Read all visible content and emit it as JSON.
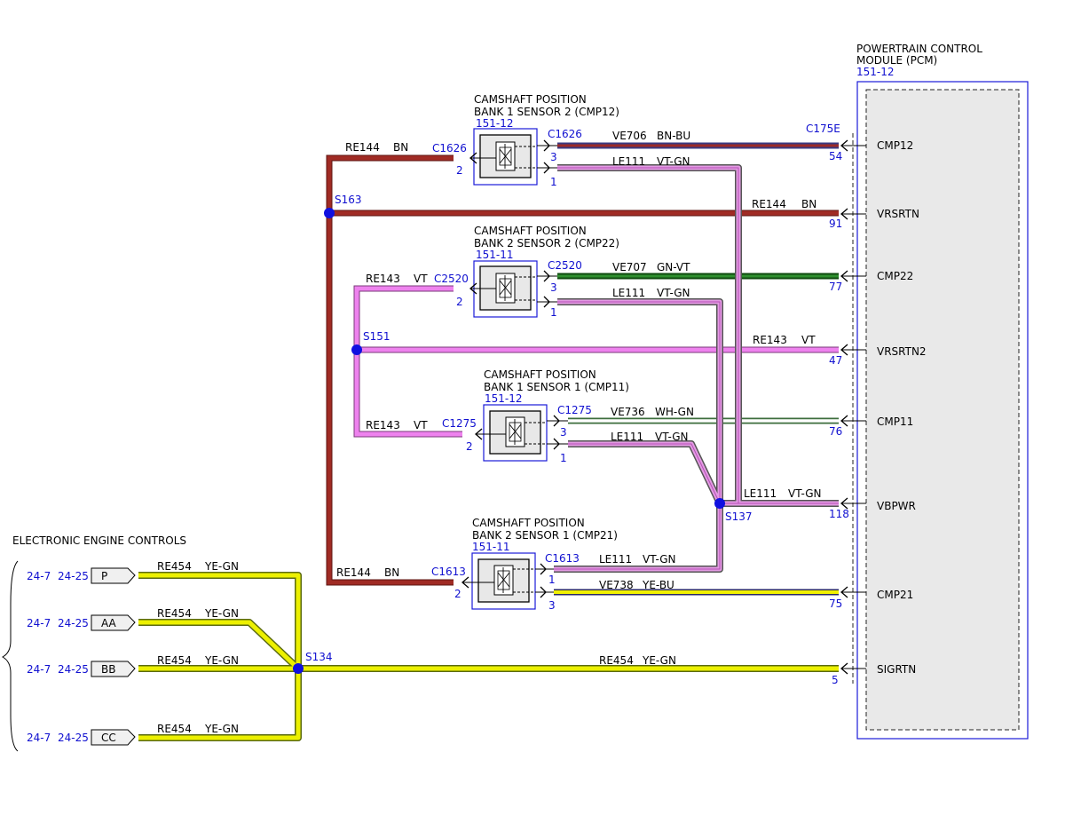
{
  "pcm": {
    "title1": "POWERTRAIN CONTROL",
    "title2": "MODULE (PCM)",
    "ref": "151-12",
    "connector": "C175E",
    "pins": [
      {
        "label": "CMP12",
        "num": "54"
      },
      {
        "label": "VRSRTN",
        "num": "91"
      },
      {
        "label": "CMP22",
        "num": "77"
      },
      {
        "label": "VRSRTN2",
        "num": "47"
      },
      {
        "label": "CMP11",
        "num": "76"
      },
      {
        "label": "VBPWR",
        "num": "118"
      },
      {
        "label": "CMP21",
        "num": "75"
      },
      {
        "label": "SIGRTN",
        "num": "5"
      }
    ]
  },
  "sensors": [
    {
      "title1": "CAMSHAFT POSITION",
      "title2": "BANK 1 SENSOR 2 (CMP12)",
      "ref": "151-12",
      "conn_left": "C1626",
      "conn_right": "C1626",
      "pin_a": "2",
      "pin_b": "3",
      "pin_c": "1"
    },
    {
      "title1": "CAMSHAFT POSITION",
      "title2": "BANK 2 SENSOR 2 (CMP22)",
      "ref": "151-11",
      "conn_left": "C2520",
      "conn_right": "C2520",
      "pin_a": "2",
      "pin_b": "3",
      "pin_c": "1"
    },
    {
      "title1": "CAMSHAFT POSITION",
      "title2": "BANK 1 SENSOR 1 (CMP11)",
      "ref": "151-12",
      "conn_left": "C1275",
      "conn_right": "C1275",
      "pin_a": "2",
      "pin_b": "3",
      "pin_c": "1"
    },
    {
      "title1": "CAMSHAFT POSITION",
      "title2": "BANK 2 SENSOR 1 (CMP21)",
      "ref": "151-11",
      "conn_left": "C1613",
      "conn_right": "C1613",
      "pin_a": "2",
      "pin_b": "1",
      "pin_c": "3"
    }
  ],
  "wires": {
    "w1": {
      "circuit": "VE706",
      "color": "BN-BU"
    },
    "w2": {
      "circuit": "LE111",
      "color": "VT-GN"
    },
    "w3": {
      "circuit": "RE144",
      "color": "BN"
    },
    "w4": {
      "circuit": "RE144",
      "color": "BN"
    },
    "w5": {
      "circuit": "RE143",
      "color": "VT"
    },
    "w6": {
      "circuit": "VE707",
      "color": "GN-VT"
    },
    "w7": {
      "circuit": "LE111",
      "color": "VT-GN"
    },
    "w8": {
      "circuit": "RE143",
      "color": "VT"
    },
    "w9": {
      "circuit": "RE143",
      "color": "VT"
    },
    "w10": {
      "circuit": "VE736",
      "color": "WH-GN"
    },
    "w11": {
      "circuit": "LE111",
      "color": "VT-GN"
    },
    "w12": {
      "circuit": "LE111",
      "color": "VT-GN"
    },
    "w13": {
      "circuit": "LE111",
      "color": "VT-GN"
    },
    "w14": {
      "circuit": "RE144",
      "color": "BN"
    },
    "w15": {
      "circuit": "VE738",
      "color": "YE-BU"
    },
    "w16": {
      "circuit": "RE454",
      "color": "YE-GN"
    },
    "w17": {
      "circuit": "RE454",
      "color": "YE-GN"
    },
    "w18": {
      "circuit": "RE454",
      "color": "YE-GN"
    },
    "w19": {
      "circuit": "RE454",
      "color": "YE-GN"
    },
    "w20": {
      "circuit": "RE454",
      "color": "YE-GN"
    }
  },
  "splices": {
    "s163": "S163",
    "s151": "S151",
    "s137": "S137",
    "s134": "S134"
  },
  "eec": {
    "title": "ELECTRONIC ENGINE CONTROLS",
    "rows": [
      {
        "ref1": "24-7",
        "ref2": "24-25",
        "pin": "P"
      },
      {
        "ref1": "24-7",
        "ref2": "24-25",
        "pin": "AA"
      },
      {
        "ref1": "24-7",
        "ref2": "24-25",
        "pin": "BB"
      },
      {
        "ref1": "24-7",
        "ref2": "24-25",
        "pin": "CC"
      }
    ]
  },
  "colors": {
    "brown": "#a02b24",
    "violet": "#ee82ee",
    "green": "#1e7a1e",
    "yellow": "#ecf000",
    "link_blue": "#1010d0"
  }
}
